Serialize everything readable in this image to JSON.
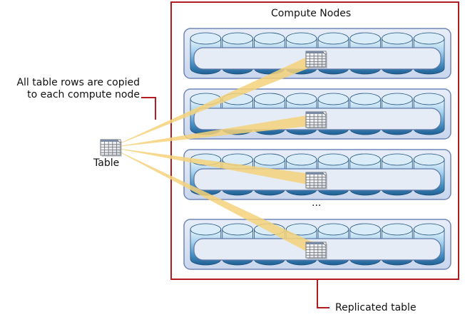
{
  "title": "Compute Nodes",
  "annotation_copied": {
    "line1": "All table rows are copied",
    "line2": "to each compute node"
  },
  "source_table_label": "Table",
  "ellipsis": "...",
  "replicated_label": "Replicated table",
  "node_count_visible": 4,
  "disks_per_node": 8,
  "colors": {
    "frame": "#b01c22",
    "node_border": "#6f86b8",
    "node_fill": "#dbe4f2",
    "disk_light": "#d9ecf8",
    "disk_dark": "#2a78b0",
    "beam": "#f4d27a",
    "icon": "#6d7076"
  },
  "icons": {
    "table": "table-grid-icon",
    "disk": "disk-cylinder-icon"
  }
}
